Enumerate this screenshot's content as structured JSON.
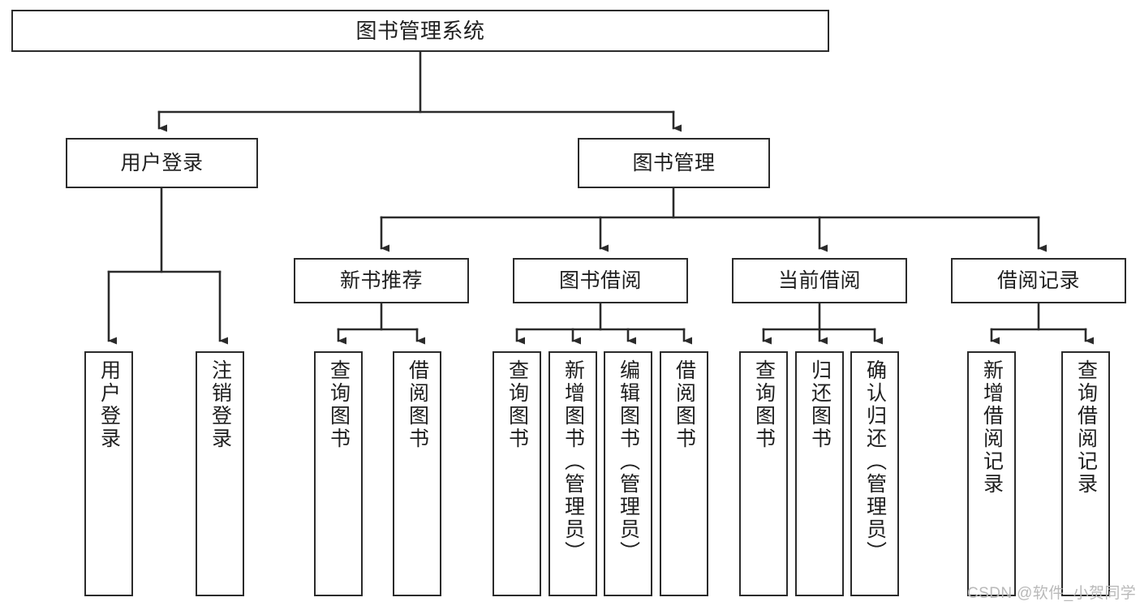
{
  "diagram": {
    "title": "图书管理系统",
    "type": "tree",
    "theme": {
      "background": "#ffffff",
      "box_border": "#2b2b2b",
      "box_fill": "#ffffff",
      "text": "#1f1f1f",
      "connector": "#2b2b2b",
      "watermark": "#b9b9b9"
    },
    "levels": [
      {
        "level": 1,
        "nodes": [
          {
            "id": "root",
            "label": "图书管理系统",
            "orientation": "horizontal"
          }
        ]
      },
      {
        "level": 2,
        "nodes": [
          {
            "id": "user-login",
            "label": "用户登录",
            "orientation": "horizontal"
          },
          {
            "id": "book-manage",
            "label": "图书管理",
            "orientation": "horizontal"
          }
        ]
      },
      {
        "level": 3,
        "nodes": [
          {
            "id": "new-book-rec",
            "label": "新书推荐",
            "orientation": "horizontal"
          },
          {
            "id": "book-borrow",
            "label": "图书借阅",
            "orientation": "horizontal"
          },
          {
            "id": "current-borrow",
            "label": "当前借阅",
            "orientation": "horizontal"
          },
          {
            "id": "borrow-record",
            "label": "借阅记录",
            "orientation": "horizontal"
          }
        ]
      },
      {
        "level": 4,
        "nodes": [
          {
            "id": "leaf-user-login",
            "label": "用户登录",
            "orientation": "vertical",
            "parent": "user-login"
          },
          {
            "id": "leaf-logout",
            "label": "注销登录",
            "orientation": "vertical",
            "parent": "user-login"
          },
          {
            "id": "leaf-query-book-1",
            "label": "查询图书",
            "orientation": "vertical",
            "parent": "new-book-rec"
          },
          {
            "id": "leaf-borrow-book-1",
            "label": "借阅图书",
            "orientation": "vertical",
            "parent": "new-book-rec"
          },
          {
            "id": "leaf-query-book-2",
            "label": "查询图书",
            "orientation": "vertical",
            "parent": "book-borrow"
          },
          {
            "id": "leaf-add-book",
            "label": "新增图书（管理员）",
            "orientation": "vertical",
            "parent": "book-borrow"
          },
          {
            "id": "leaf-edit-book",
            "label": "编辑图书（管理员）",
            "orientation": "vertical",
            "parent": "book-borrow"
          },
          {
            "id": "leaf-borrow-book-2",
            "label": "借阅图书",
            "orientation": "vertical",
            "parent": "book-borrow"
          },
          {
            "id": "leaf-query-book-3",
            "label": "查询图书",
            "orientation": "vertical",
            "parent": "current-borrow"
          },
          {
            "id": "leaf-return-book",
            "label": "归还图书",
            "orientation": "vertical",
            "parent": "current-borrow"
          },
          {
            "id": "leaf-confirm-return",
            "label": "确认归还（管理员）",
            "orientation": "vertical",
            "parent": "current-borrow"
          },
          {
            "id": "leaf-add-record",
            "label": "新增借阅记录",
            "orientation": "vertical",
            "parent": "borrow-record"
          },
          {
            "id": "leaf-query-record",
            "label": "查询借阅记录",
            "orientation": "vertical",
            "parent": "borrow-record"
          }
        ]
      }
    ]
  },
  "watermark": {
    "text": "CSDN @软件_小贺同学"
  }
}
